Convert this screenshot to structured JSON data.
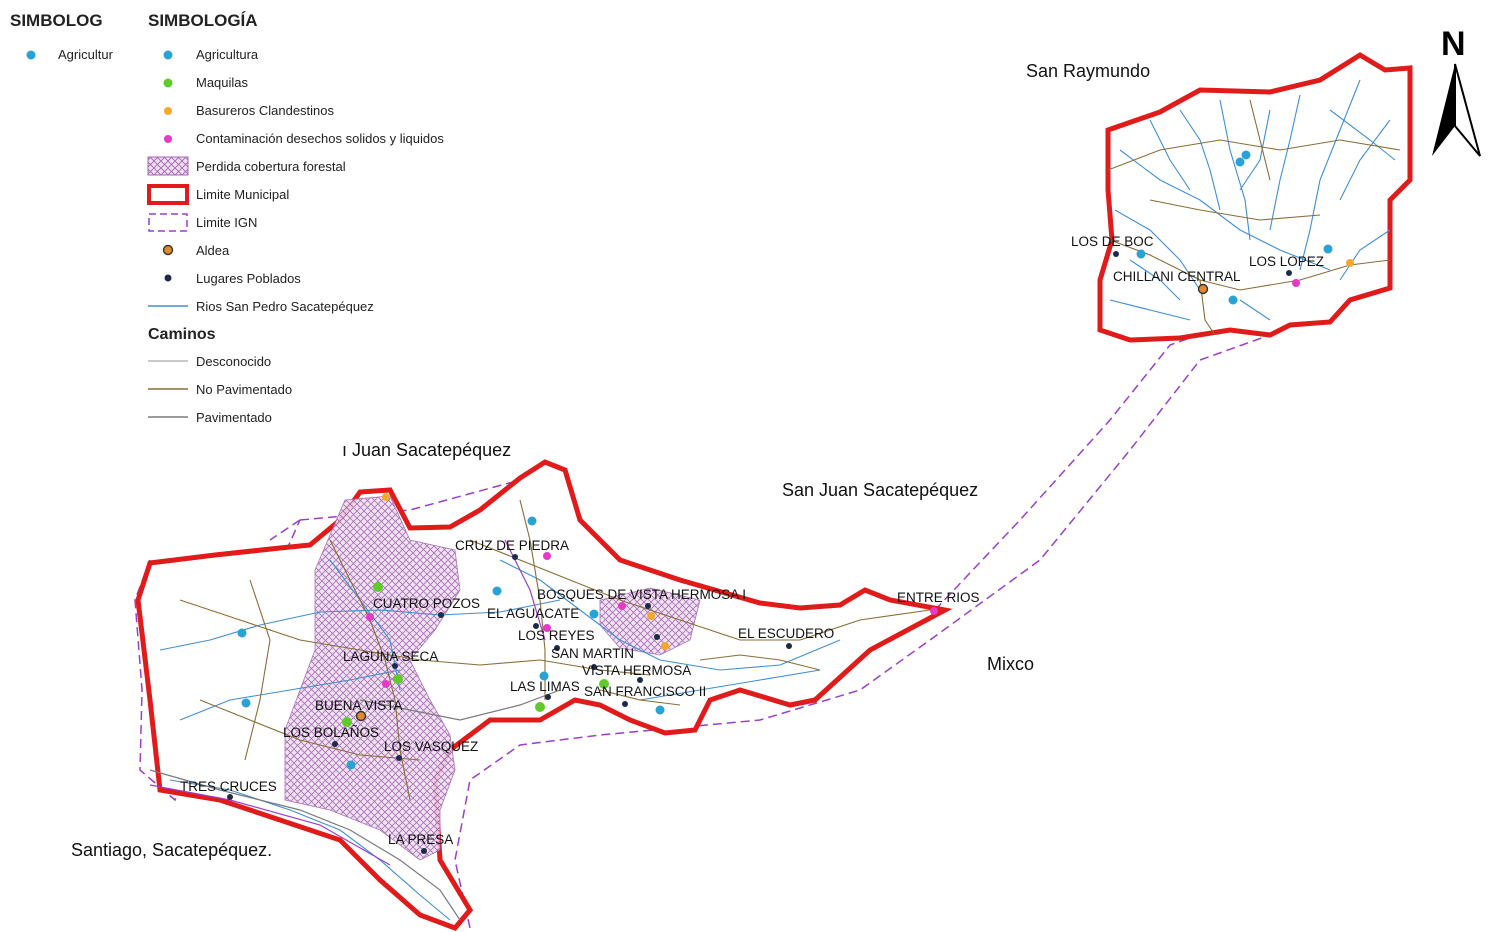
{
  "colors": {
    "agricultura": "#29a3d6",
    "maquilas": "#5ecb2a",
    "basureros": "#f2a92c",
    "contaminacion": "#e53ac8",
    "forest": "#b77ac0",
    "limite_municipal": "#e11a1a",
    "limite_ign": "#9b3fc9",
    "aldea": "#e08a2b",
    "lugares": "#1c2a4a",
    "rios": "#3f8fd4",
    "camino_desconocido": "#b9b9b9",
    "camino_no_pavimentado": "#8a6d35",
    "camino_pavimentado": "#7a7a7a"
  },
  "legend_small": {
    "title": "SIMBOLOG",
    "items": [
      {
        "label": "Agricultur",
        "icon": "dot-blue"
      }
    ]
  },
  "legend": {
    "title": "SIMBOLOGÍA",
    "items": [
      {
        "label": "Agricultura",
        "icon": "dot-blue"
      },
      {
        "label": "Maquilas",
        "icon": "dot-green"
      },
      {
        "label": "Basureros Clandestinos",
        "icon": "dot-orange"
      },
      {
        "label": "Contaminación desechos solidos y liquidos",
        "icon": "dot-magenta"
      },
      {
        "label": "Perdida cobertura forestal",
        "icon": "hatch-swatch"
      },
      {
        "label": "Limite Municipal",
        "icon": "red-box"
      },
      {
        "label": "Limite IGN",
        "icon": "dashed-box"
      },
      {
        "label": "Aldea",
        "icon": "ring-dot"
      },
      {
        "label": "Lugares Poblados",
        "icon": "dot-navy"
      },
      {
        "label": "Rios San Pedro Sacatepéquez",
        "icon": "blue-line"
      }
    ],
    "caminos_title": "Caminos",
    "caminos": [
      {
        "label": "Desconocido",
        "icon": "gray-line"
      },
      {
        "label": "No Pavimentado",
        "icon": "brown-line"
      },
      {
        "label": "Pavimentado",
        "icon": "dark-gray-line"
      }
    ]
  },
  "north_label": "N",
  "regions": {
    "san_raymundo": "San Raymundo",
    "juan_sacatepequez_cut": "ı Juan Sacatepéquez",
    "san_juan_sacatepequez": "San Juan Sacatepéquez",
    "mixco": "Mixco",
    "santiago": "Santiago, Sacatepéquez."
  },
  "places": {
    "los_de_boc": "LOS DE BOC",
    "chillani_central": "CHILLANI CENTRAL",
    "los_lopez": "LOS LOPEZ",
    "cruz_de_piedra": "CRUZ DE PIEDRA",
    "bosques": "BOSQUES DE VISTA HERMOSA I",
    "cuatro_pozos": "CUATRO POZOS",
    "el_aguacate": "EL AGUACATE",
    "los_reyes": "LOS REYES",
    "el_escudero": "EL ESCUDERO",
    "entre_rios": "ENTRE RIOS",
    "laguna_seca": "LAGUNA SECA",
    "san_martin": "SAN MARTIN",
    "vista_hermosa": "VISTA HERMOSA",
    "las_limas": "LAS LIMAS",
    "san_francisco": "SAN FRANCISCO II",
    "buena_vista": "BUENA VISTA",
    "los_bolanos": "LOS BOLAÑOS",
    "los_vasquez": "LOS VASQUEZ",
    "tres_cruces": "TRES CRUCES",
    "la_presa": "LA PRESA"
  }
}
